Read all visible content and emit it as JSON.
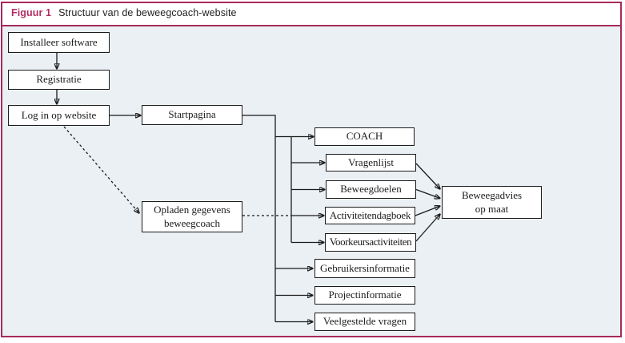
{
  "figure": {
    "label": "Figuur 1",
    "title": "Structuur van de beweegcoach-website"
  },
  "colors": {
    "accent": "#a62a5a",
    "figure_label": "#b42d62",
    "panel_background": "#ebf0f5",
    "box_border": "#1b1b1b"
  },
  "diagram": {
    "nodes": {
      "installeer": {
        "label": "Installeer software"
      },
      "registratie": {
        "label": "Registratie"
      },
      "login": {
        "label": "Log in op website"
      },
      "startpagina": {
        "label": "Startpagina"
      },
      "opladen": {
        "lines": [
          "Opladen gegevens",
          "beweegcoach"
        ]
      },
      "coach": {
        "label": "COACH"
      },
      "vragenlijst": {
        "label": "Vragenlijst"
      },
      "beweegdoelen": {
        "label": "Beweegdoelen"
      },
      "activiteitendagboek": {
        "label": "Activiteitendagboek"
      },
      "voorkeursactiviteiten": {
        "label": "Voorkeursactiviteiten"
      },
      "beweegadvies": {
        "lines": [
          "Beweegadvies",
          "op maat"
        ]
      },
      "gebruikersinformatie": {
        "label": "Gebruikersinformatie"
      },
      "projectinformatie": {
        "label": "Projectinformatie"
      },
      "veelgestelde": {
        "label": "Veelgestelde vragen"
      }
    },
    "edges": [
      {
        "from": "installeer",
        "to": "registratie",
        "style": "solid"
      },
      {
        "from": "registratie",
        "to": "login",
        "style": "solid"
      },
      {
        "from": "login",
        "to": "startpagina",
        "style": "solid"
      },
      {
        "from": "login",
        "to": "opladen",
        "style": "dashed"
      },
      {
        "from": "startpagina",
        "to": "coach",
        "style": "solid"
      },
      {
        "from": "startpagina",
        "to": "vragenlijst",
        "style": "solid"
      },
      {
        "from": "startpagina",
        "to": "beweegdoelen",
        "style": "solid"
      },
      {
        "from": "startpagina",
        "to": "activiteitendagboek",
        "style": "solid"
      },
      {
        "from": "startpagina",
        "to": "voorkeursactiviteiten",
        "style": "solid"
      },
      {
        "from": "startpagina",
        "to": "gebruikersinformatie",
        "style": "solid"
      },
      {
        "from": "startpagina",
        "to": "projectinformatie",
        "style": "solid"
      },
      {
        "from": "startpagina",
        "to": "veelgestelde",
        "style": "solid"
      },
      {
        "from": "opladen",
        "to": "activiteitendagboek",
        "style": "dashed"
      },
      {
        "from": "vragenlijst",
        "to": "beweegadvies",
        "style": "solid"
      },
      {
        "from": "beweegdoelen",
        "to": "beweegadvies",
        "style": "solid"
      },
      {
        "from": "activiteitendagboek",
        "to": "beweegadvies",
        "style": "solid"
      },
      {
        "from": "voorkeursactiviteiten",
        "to": "beweegadvies",
        "style": "solid"
      }
    ]
  }
}
